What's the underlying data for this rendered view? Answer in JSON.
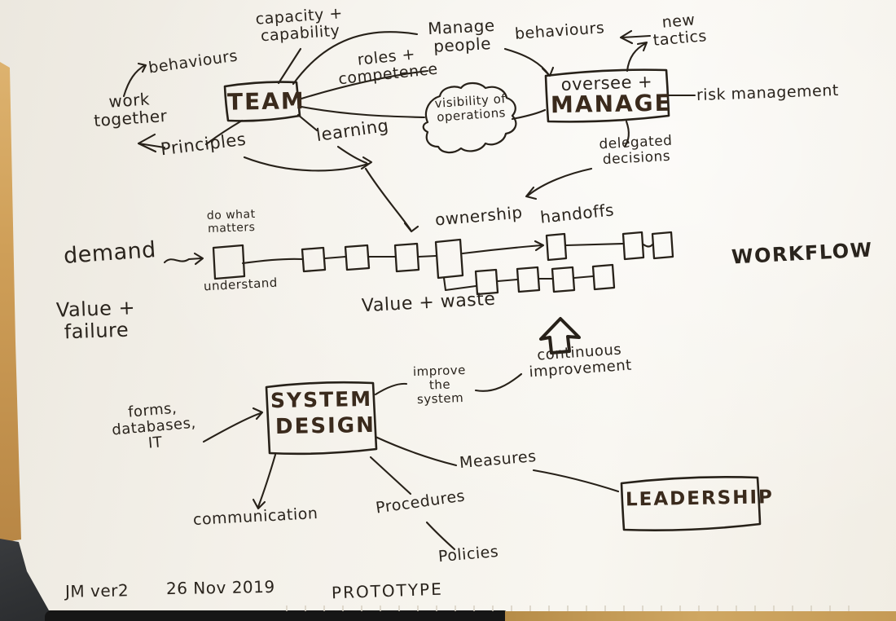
{
  "colors": {
    "ink": "#272119",
    "marker_text": "#3a2a1c",
    "paper": "#f4f1ea",
    "wood": "#cf9f58",
    "dark_object": "#2b2d2f"
  },
  "team_cluster": {
    "box_label": "TEAM",
    "behaviours": "behaviours",
    "work_together": "work together",
    "principles": "Principles",
    "capacity_capability": "capacity + capability",
    "roles_competence": "roles + competence",
    "learning": "learning"
  },
  "manage_cluster": {
    "box_line1": "oversee +",
    "box_line2": "MANAGE",
    "manage_people": "Manage people",
    "behaviours": "behaviours",
    "new_tactics": "new tactics",
    "risk_management": "risk management",
    "delegated_decisions": "delegated decisions",
    "visibility_of_operations": "visibility of operations"
  },
  "workflow": {
    "demand": "demand",
    "do_what_matters": "do what matters",
    "understand": "understand",
    "ownership": "ownership",
    "handoffs": "handoffs",
    "label": "WORKFLOW",
    "value_waste": "Value + waste",
    "value_failure": "Value + failure",
    "main_chain_box_count": 8,
    "sub_chain_box_count": 4
  },
  "system_cluster": {
    "box_line1": "SYSTEM",
    "box_line2": "DESIGN",
    "forms_databases_it": "forms, databases, IT",
    "communication": "communication",
    "improve_the_system": "improve the system",
    "continuous_improvement": "continuous improvement",
    "measures": "Measures",
    "procedures": "Procedures",
    "policies": "Policies"
  },
  "leadership_cluster": {
    "box_label": "LEADERSHIP"
  },
  "footer": {
    "author_version": "JM ver2",
    "date": "26 Nov 2019",
    "status": "PROTOTYPE"
  }
}
